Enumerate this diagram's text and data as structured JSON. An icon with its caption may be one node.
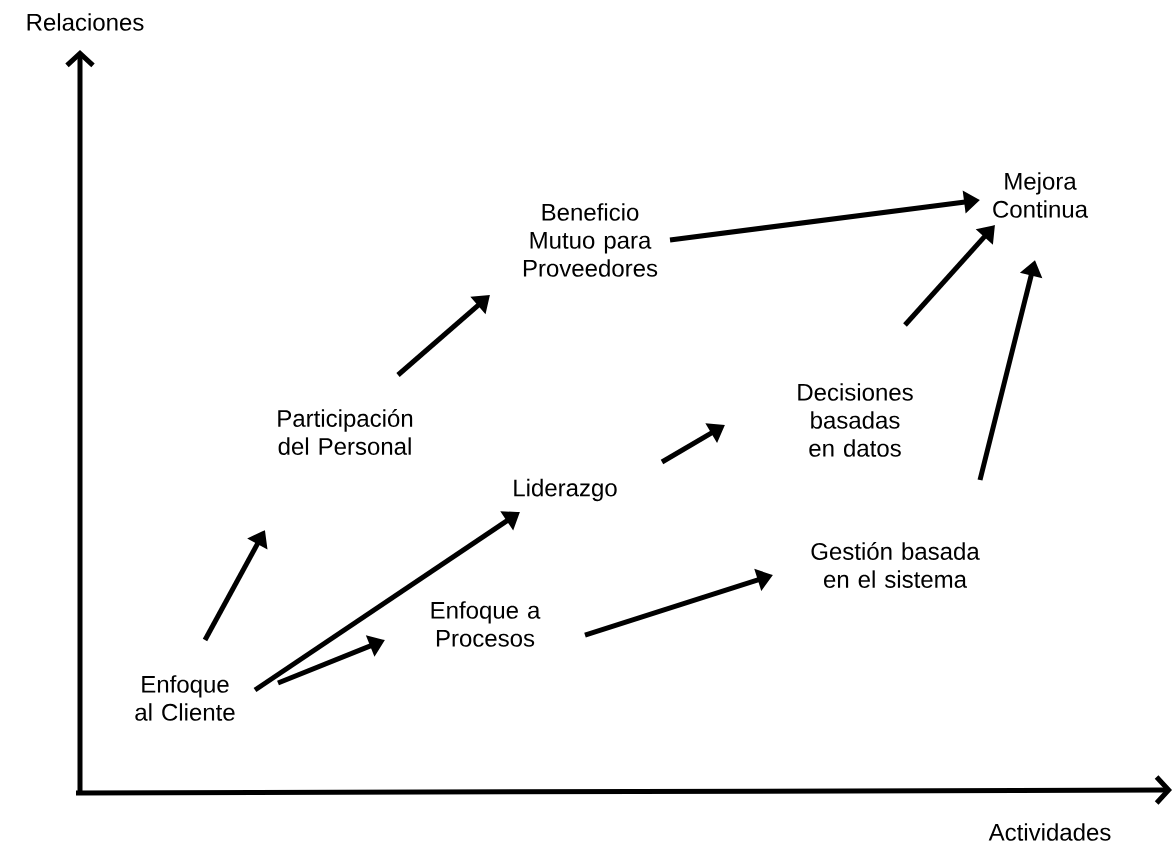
{
  "diagram": {
    "nodes": [
      {
        "text": [
          "Enfoque al Cliente"
        ]
      },
      {
        "text": [
          "Participación del Personal"
        ]
      },
      {
        "text": [
          "Enfoque a Procesos"
        ]
      },
      {
        "text": [
          "Liderazgo"
        ]
      },
      {
        "text": [
          "Beneficio Mutuo para Proveedores"
        ]
      },
      {
        "text": [
          "Decisiones basadas en datos"
        ]
      },
      {
        "text": [
          "Gestión basada en el sistema"
        ]
      },
      {
        "text": [
          "Mejora Continua"
        ]
      }
    ],
    "edges": [
      {
        "from": 0,
        "to": 1,
        "arrow": "to"
      },
      {
        "from": 0,
        "to": 3,
        "arrow": "to"
      },
      {
        "from": 0,
        "to": 2,
        "arrow": "to"
      },
      {
        "from": 2,
        "to": 6,
        "arrow": "to"
      },
      {
        "from": 1,
        "to": 4,
        "arrow": "to"
      },
      {
        "from": 3,
        "to": 5,
        "arrow": "to"
      },
      {
        "from": 4,
        "to": 7,
        "arrow": "to"
      },
      {
        "from": 5,
        "to": 7,
        "arrow": "to"
      },
      {
        "from": 6,
        "to": 7,
        "arrow": "to"
      }
    ],
    "labels": [
      "Relaciones",
      "Actividades"
    ]
  }
}
